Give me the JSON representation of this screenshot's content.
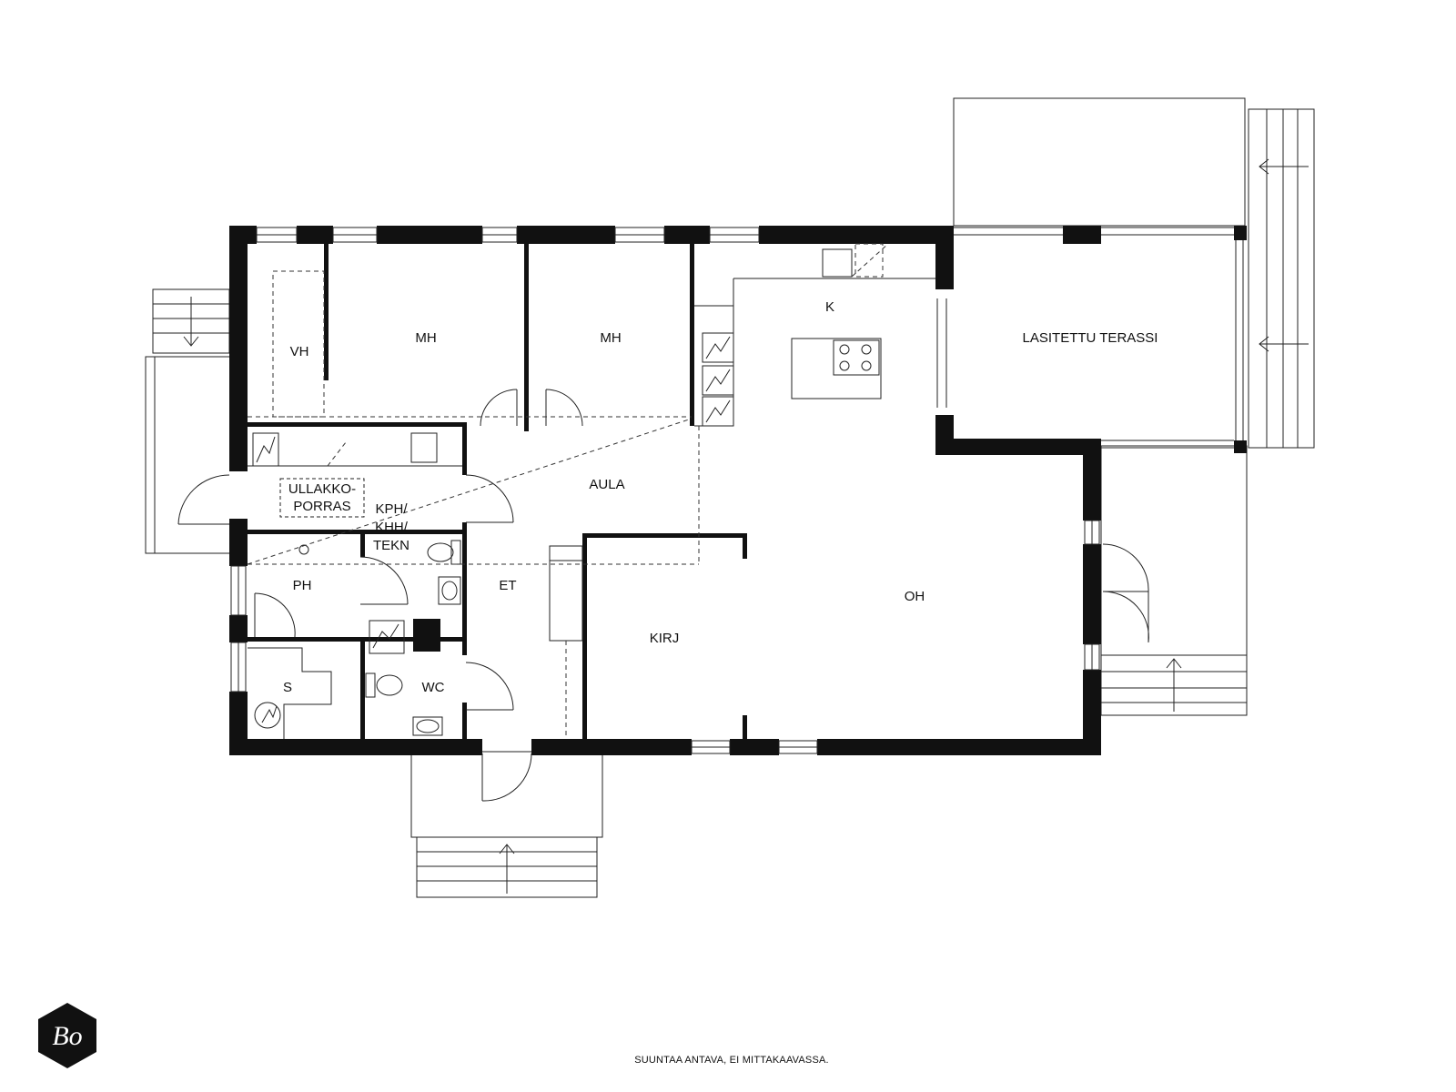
{
  "rooms": {
    "vh": "VH",
    "mh1": "MH",
    "mh2": "MH",
    "k": "K",
    "terrace": "LASITETTU TERASSI",
    "aula": "AULA",
    "attic_line1": "ULLAKKO-",
    "attic_line2": "PORRAS",
    "utility_line1": "KPH/",
    "utility_line2": "KHH/",
    "utility_line3": "TEKN",
    "ph": "PH",
    "et": "ET",
    "kirj": "KIRJ",
    "oh": "OH",
    "s": "S",
    "wc": "WC"
  },
  "footer": {
    "note": "SUUNTAA ANTAVA, EI MITTAKAAVASSA."
  },
  "logo": {
    "text": "Bo"
  },
  "colors": {
    "wall": "#111111",
    "line": "#222222",
    "background": "#ffffff"
  }
}
